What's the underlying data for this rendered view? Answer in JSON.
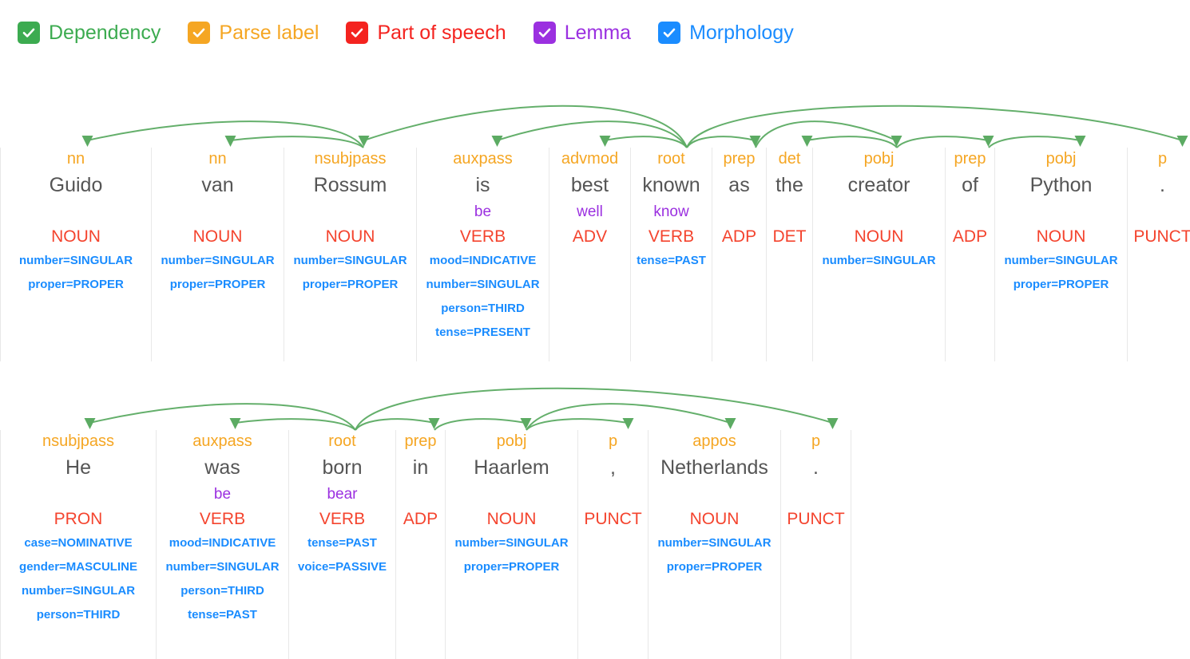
{
  "legend": {
    "items": [
      {
        "label": "Dependency",
        "color": "#3cab50",
        "icon": "checkbox-checked-icon",
        "checked": true
      },
      {
        "label": "Parse label",
        "color": "#f5a623",
        "icon": "checkbox-checked-icon",
        "checked": true
      },
      {
        "label": "Part of speech",
        "color": "#f4231f",
        "icon": "checkbox-checked-icon",
        "checked": true
      },
      {
        "label": "Lemma",
        "color": "#9b30e0",
        "icon": "checkbox-checked-icon",
        "checked": true
      },
      {
        "label": "Morphology",
        "color": "#1a8cff",
        "icon": "checkbox-checked-icon",
        "checked": true
      }
    ]
  },
  "colors": {
    "dependency_arc": "#5cab63",
    "parse_label": "#f5a623",
    "word": "#555555",
    "lemma": "#9b30e0",
    "part_of_speech": "#f4442e",
    "morphology": "#1a8cff",
    "column_divider": "#e8e8e8"
  },
  "sentences": [
    {
      "text": "Guido van Rossum is best known as the creator of Python .",
      "root_index": 5,
      "tokens": [
        {
          "word": "Guido",
          "dep": "nn",
          "lemma": "",
          "pos": "NOUN",
          "morph": [
            "number=SINGULAR",
            "proper=PROPER"
          ],
          "head": 2,
          "width": 190
        },
        {
          "word": "van",
          "dep": "nn",
          "lemma": "",
          "pos": "NOUN",
          "morph": [
            "number=SINGULAR",
            "proper=PROPER"
          ],
          "head": 2,
          "width": 166
        },
        {
          "word": "Rossum",
          "dep": "nsubjpass",
          "lemma": "",
          "pos": "NOUN",
          "morph": [
            "number=SINGULAR",
            "proper=PROPER"
          ],
          "head": 5,
          "width": 166
        },
        {
          "word": "is",
          "dep": "auxpass",
          "lemma": "be",
          "pos": "VERB",
          "morph": [
            "mood=INDICATIVE",
            "number=SINGULAR",
            "person=THIRD",
            "tense=PRESENT"
          ],
          "head": 5,
          "width": 166
        },
        {
          "word": "best",
          "dep": "advmod",
          "lemma": "well",
          "pos": "ADV",
          "morph": [],
          "head": 5,
          "width": 102
        },
        {
          "word": "known",
          "dep": "root",
          "lemma": "know",
          "pos": "VERB",
          "morph": [
            "tense=PAST"
          ],
          "head": 5,
          "width": 102
        },
        {
          "word": "as",
          "dep": "prep",
          "lemma": "",
          "pos": "ADP",
          "morph": [],
          "head": 5,
          "width": 68
        },
        {
          "word": "the",
          "dep": "det",
          "lemma": "",
          "pos": "DET",
          "morph": [],
          "head": 8,
          "width": 58
        },
        {
          "word": "creator",
          "dep": "pobj",
          "lemma": "",
          "pos": "NOUN",
          "morph": [
            "number=SINGULAR"
          ],
          "head": 6,
          "width": 166
        },
        {
          "word": "of",
          "dep": "prep",
          "lemma": "",
          "pos": "ADP",
          "morph": [],
          "head": 8,
          "width": 62
        },
        {
          "word": "Python",
          "dep": "pobj",
          "lemma": "",
          "pos": "NOUN",
          "morph": [
            "number=SINGULAR",
            "proper=PROPER"
          ],
          "head": 9,
          "width": 166
        },
        {
          "word": ".",
          "dep": "p",
          "lemma": "",
          "pos": "PUNCT",
          "morph": [],
          "head": 5,
          "width": 88
        }
      ]
    },
    {
      "text": "He was born in Haarlem , Netherlands .",
      "root_index": 2,
      "tokens": [
        {
          "word": "He",
          "dep": "nsubjpass",
          "lemma": "",
          "pos": "PRON",
          "morph": [
            "case=NOMINATIVE",
            "gender=MASCULINE",
            "number=SINGULAR",
            "person=THIRD"
          ],
          "head": 2,
          "width": 196
        },
        {
          "word": "was",
          "dep": "auxpass",
          "lemma": "be",
          "pos": "VERB",
          "morph": [
            "mood=INDICATIVE",
            "number=SINGULAR",
            "person=THIRD",
            "tense=PAST"
          ],
          "head": 2,
          "width": 166
        },
        {
          "word": "born",
          "dep": "root",
          "lemma": "bear",
          "pos": "VERB",
          "morph": [
            "tense=PAST",
            "voice=PASSIVE"
          ],
          "head": 2,
          "width": 134
        },
        {
          "word": "in",
          "dep": "prep",
          "lemma": "",
          "pos": "ADP",
          "morph": [],
          "head": 2,
          "width": 62
        },
        {
          "word": "Haarlem",
          "dep": "pobj",
          "lemma": "",
          "pos": "NOUN",
          "morph": [
            "number=SINGULAR",
            "proper=PROPER"
          ],
          "head": 3,
          "width": 166
        },
        {
          "word": ",",
          "dep": "p",
          "lemma": "",
          "pos": "PUNCT",
          "morph": [],
          "head": 4,
          "width": 88
        },
        {
          "word": "Netherlands",
          "dep": "appos",
          "lemma": "",
          "pos": "NOUN",
          "morph": [
            "number=SINGULAR",
            "proper=PROPER"
          ],
          "head": 4,
          "width": 166
        },
        {
          "word": ".",
          "dep": "p",
          "lemma": "",
          "pos": "PUNCT",
          "morph": [],
          "head": 2,
          "width": 88
        }
      ]
    }
  ]
}
